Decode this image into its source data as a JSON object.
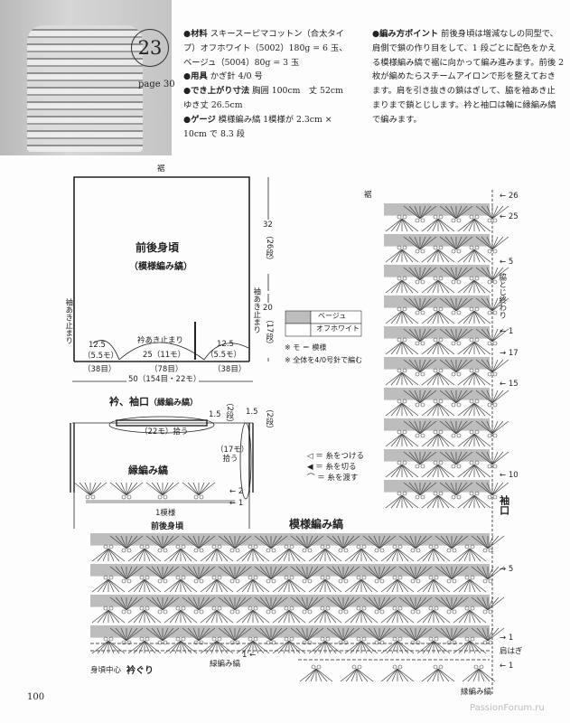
{
  "header": {
    "pattern_number": "23",
    "page_ref": "page 30"
  },
  "info": {
    "materials_label": "●材料",
    "materials": "スキースーピマコットン（合太タイプ）オフホワイト（5002）180g = 6 玉、ベージュ（5004）80g = 3 玉",
    "tools_label": "●用具",
    "tools": "かぎ針 4/0 号",
    "size_label": "●でき上がり寸法",
    "size": "胸囲 100cm　丈 52cm　ゆき丈 26.5cm",
    "gauge_label": "●ゲージ",
    "gauge": "模様編み縞 1模様が 2.3cm × 10cm で 8.3 段",
    "points_label": "●編み方ポイント",
    "points": "前後身頃は増減なしの同型で、肩側で鎖の作り目をして、1 段ごとに配色をかえる模様編み縞で裾に向かって編み進みます。前後 2 枚が編めたらスチームアイロンで形を整えておきます。肩を引き抜きの鎖はぎして、脇を袖あき止まりまで鎖とじします。衿と袖口は輪に縁編み縞で編みます。"
  },
  "schematic": {
    "hem": "裾",
    "title": "前後身頃",
    "subtitle": "（模様編み縞）",
    "height_top": "32",
    "height_top_rows": "（26段）",
    "height_bottom": "20",
    "height_bottom_rows": "（17段）",
    "armhole_left": "袖あき止まり",
    "armhole_right": "袖あき止まり",
    "neck_stop": "衿あき止まり",
    "shoulder_left": "12.5",
    "shoulder_left_mo": "（5.5モ）",
    "neck": "25（11モ）",
    "shoulder_right": "12.5",
    "shoulder_right_mo": "（5.5モ）",
    "st_left": "（38目）",
    "st_mid": "（78目）",
    "st_right": "（38目）",
    "total": "50（154目・22モ）"
  },
  "color_legend": {
    "beige": "ベージュ",
    "offwhite": "オフホワイト",
    "note1": "※ モ ＝ 模様",
    "note2": "※ 全体を4/0号針で編む",
    "colors": {
      "beige": "#bdbdbd",
      "offwhite": "#ffffff"
    }
  },
  "edging": {
    "title": "衿、袖口",
    "title_sub": "（縁編み縞）",
    "neck_h": "1.5",
    "neck_rows": "（2段）",
    "neck_pick": "（22モ）拾う",
    "arm_h": "1.5",
    "arm_rows": "（2段）",
    "arm_pick": "（17モ）拾う",
    "chart_title": "縁編み縞",
    "repeat": "1模様",
    "row2": "← 2",
    "row1": "← 1"
  },
  "symbols": {
    "attach": "◁ ＝ 糸をつける",
    "cut": "◀ ＝ 糸を切る",
    "carry": "⌒ ＝ 糸を渡す"
  },
  "chart": {
    "hem": "裾",
    "title": "模様編み縞",
    "body_label": "前後身頃",
    "sleeve": "袖口",
    "side_seam": "脇とじ終わり",
    "shoulder": "肩はぎ",
    "neckline": "衿ぐり",
    "center": "身頃中心",
    "edge_label": "縁編み縞",
    "edge_label2": "緑編み縞",
    "rows": {
      "r26": "← 26",
      "r25": "← 25",
      "r5a": "← 5",
      "r1a": "← 1",
      "r17": "→ 17",
      "r15": "← 15",
      "r10": "← 10",
      "r5b": "→ 5",
      "r1b": "→ 1",
      "r1c": "← 1"
    },
    "edge_row": "1 ←"
  },
  "footer": {
    "page": "100",
    "watermark": "PassionForum.ru"
  }
}
